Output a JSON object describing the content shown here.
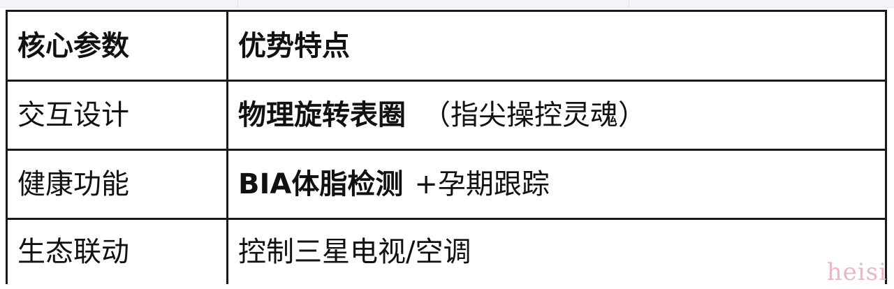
{
  "table": {
    "headers": [
      "核心参数",
      "优势特点"
    ],
    "rows": [
      {
        "param": "交互设计",
        "feature_bold": "物理旋转表圈",
        "feature_normal": "（指尖操控灵魂）"
      },
      {
        "param": "健康功能",
        "feature_bold": "BIA体脂检测",
        "feature_normal": "+孕期跟踪"
      },
      {
        "param": "生态联动",
        "feature_bold": "",
        "feature_normal": "控制三星电视/空调"
      }
    ]
  },
  "watermark": "heisi"
}
